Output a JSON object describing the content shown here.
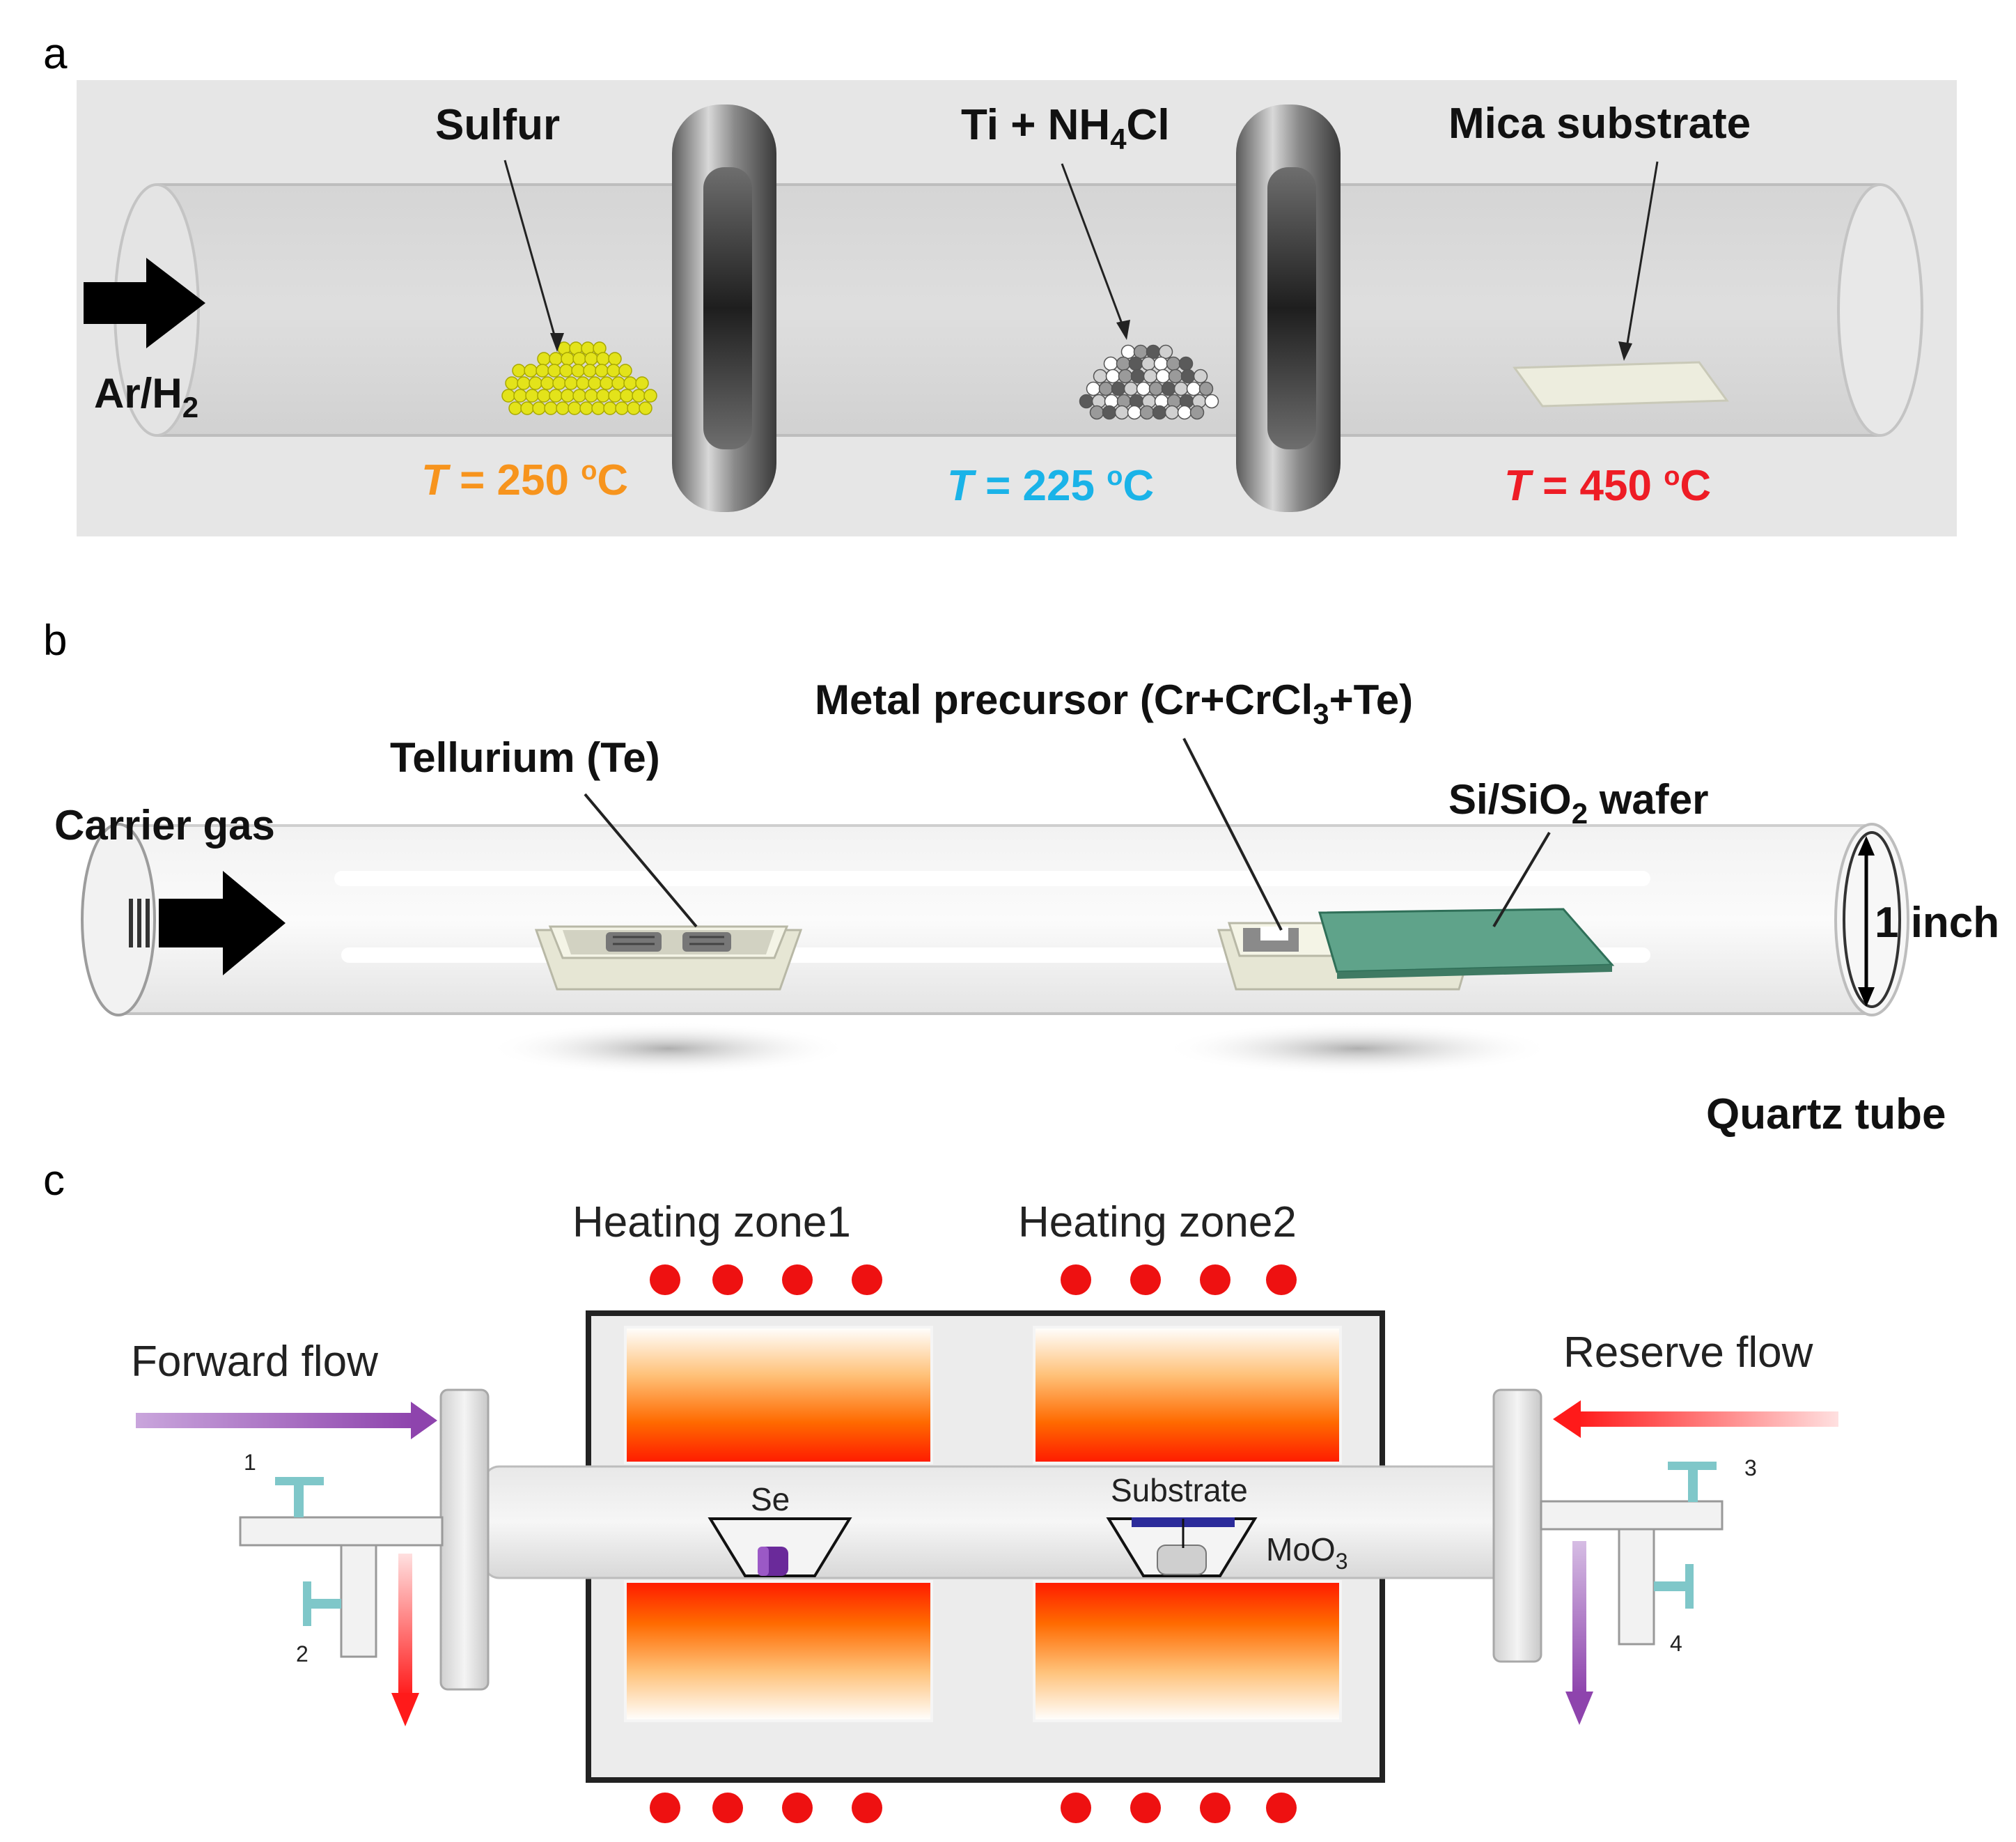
{
  "panel_a": {
    "letter": "a",
    "gas": {
      "main": "Ar/H",
      "sub": "2"
    },
    "labels": {
      "sulfur": "Sulfur",
      "ti_pre": "Ti + NH",
      "ti_sub": "4",
      "ti_post": "Cl",
      "mica": "Mica substrate"
    },
    "temps": [
      {
        "var": "T",
        "value": " = 250 ",
        "deg": "o",
        "unit": "C",
        "color": "#f7941d"
      },
      {
        "var": "T",
        "value": " = 225 ",
        "deg": "o",
        "unit": "C",
        "color": "#1ab3e8"
      },
      {
        "var": "T",
        "value": " = 450 ",
        "deg": "o",
        "unit": "C",
        "color": "#ee1c25"
      }
    ]
  },
  "panel_b": {
    "letter": "b",
    "carrier_gas": "Carrier gas",
    "tellurium": "Tellurium (Te)",
    "metal_pre": "Metal precursor (Cr+CrCl",
    "metal_sub": "3",
    "metal_post": "+Te)",
    "wafer_pre": "Si/SiO",
    "wafer_sub": "2",
    "wafer_post": " wafer",
    "diameter": "1 inch",
    "tube": "Quartz tube",
    "colors": {
      "wafer": "#5fa38a"
    }
  },
  "panel_c": {
    "letter": "c",
    "zone1": "Heating zone1",
    "zone2": "Heating zone2",
    "forward": "Forward flow",
    "reverse": "Reserve flow",
    "se": "Se",
    "substrate": "Substrate",
    "moo_pre": "MoO",
    "moo_sub": "3",
    "valves": [
      "1",
      "2",
      "3",
      "4"
    ],
    "colors": {
      "heater": "#ff2a00",
      "dot": "#ee1111",
      "forward": "#8e44ad",
      "reverse": "#ff1a1a",
      "valve": "#7fc7c9"
    }
  }
}
